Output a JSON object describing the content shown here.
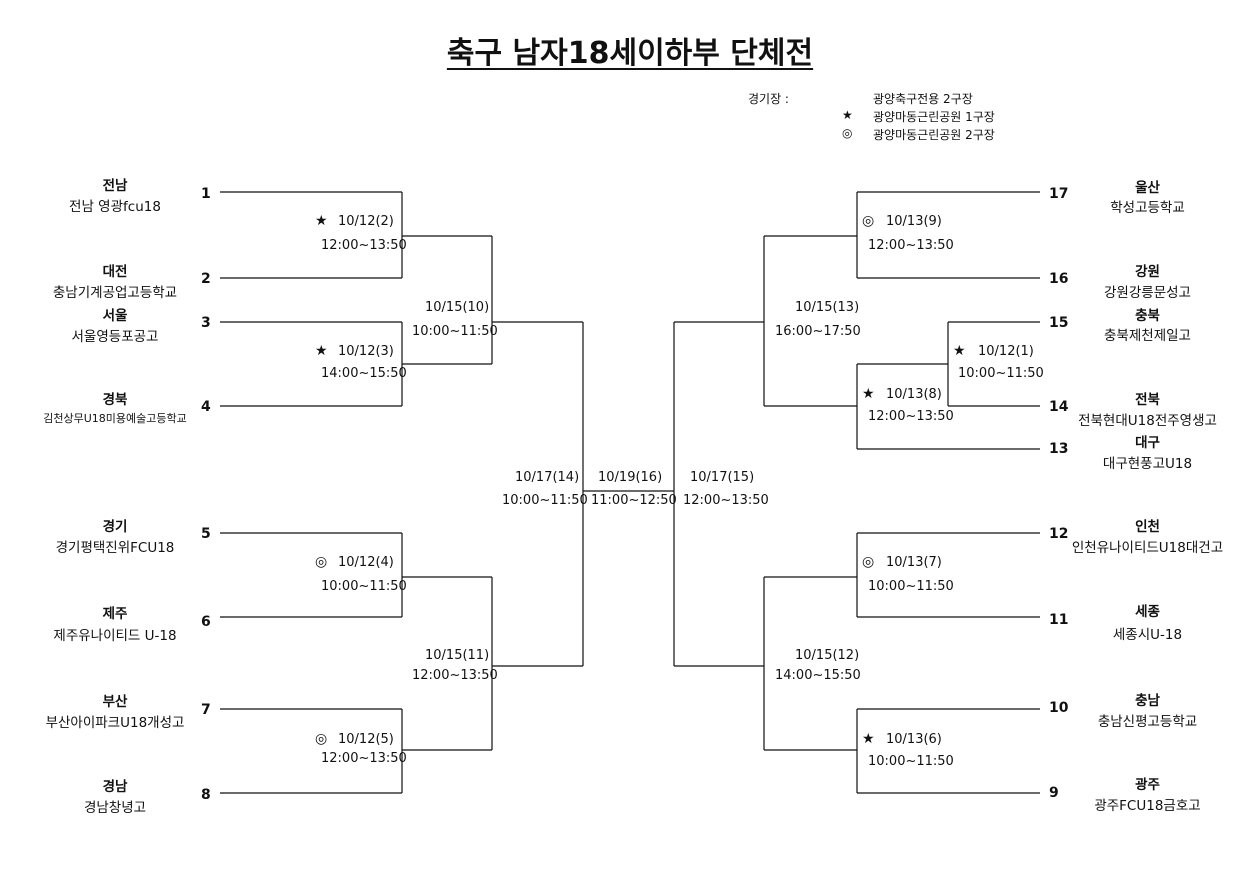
{
  "title": "축구 남자18세이하부 단체전",
  "venue": {
    "label": "경기장 :",
    "items": [
      {
        "symbol": "",
        "name": "광양축구전용 2구장"
      },
      {
        "symbol": "★",
        "name": "광양마동근린공원 1구장"
      },
      {
        "symbol": "◎",
        "name": "광양마동근린공원 2구장"
      }
    ]
  },
  "teams_left": [
    {
      "seed": "1",
      "region": "전남",
      "name": "전남 영광fcu18"
    },
    {
      "seed": "2",
      "region": "대전",
      "name": "충남기계공업고등학교"
    },
    {
      "seed": "3",
      "region": "서울",
      "name": "서울영등포공고"
    },
    {
      "seed": "4",
      "region": "경북",
      "name": "김천상무U18미용예술고등학교"
    },
    {
      "seed": "5",
      "region": "경기",
      "name": "경기평택진위FCU18"
    },
    {
      "seed": "6",
      "region": "제주",
      "name": "제주유나이티드 U-18"
    },
    {
      "seed": "7",
      "region": "부산",
      "name": "부산아이파크U18개성고"
    },
    {
      "seed": "8",
      "region": "경남",
      "name": "경남창녕고"
    }
  ],
  "teams_right": [
    {
      "seed": "17",
      "region": "울산",
      "name": "학성고등학교"
    },
    {
      "seed": "16",
      "region": "강원",
      "name": "강원강릉문성고"
    },
    {
      "seed": "15",
      "region": "충북",
      "name": "충북제천제일고"
    },
    {
      "seed": "14",
      "region": "전북",
      "name": "전북현대U18전주영생고"
    },
    {
      "seed": "13",
      "region": "대구",
      "name": "대구현풍고U18"
    },
    {
      "seed": "12",
      "region": "인천",
      "name": "인천유나이티드U18대건고"
    },
    {
      "seed": "11",
      "region": "세종",
      "name": "세종시U-18"
    },
    {
      "seed": "10",
      "region": "충남",
      "name": "충남신평고등학교"
    },
    {
      "seed": "9",
      "region": "광주",
      "name": "광주FCU18금호고"
    }
  ],
  "matches": {
    "m2": {
      "mark": "★",
      "date": "10/12(2)",
      "time": "12:00~13:50"
    },
    "m3": {
      "mark": "★",
      "date": "10/12(3)",
      "time": "14:00~15:50"
    },
    "m4": {
      "mark": "◎",
      "date": "10/12(4)",
      "time": "10:00~11:50"
    },
    "m5": {
      "mark": "◎",
      "date": "10/12(5)",
      "time": "12:00~13:50"
    },
    "m10": {
      "mark": "",
      "date": "10/15(10)",
      "time": "10:00~11:50"
    },
    "m11": {
      "mark": "",
      "date": "10/15(11)",
      "time": "12:00~13:50"
    },
    "m14": {
      "mark": "",
      "date": "10/17(14)",
      "time": "10:00~11:50"
    },
    "m16": {
      "mark": "",
      "date": "10/19(16)",
      "time": "11:00~12:50"
    },
    "m15": {
      "mark": "",
      "date": "10/17(15)",
      "time": "12:00~13:50"
    },
    "m13": {
      "mark": "",
      "date": "10/15(13)",
      "time": "16:00~17:50"
    },
    "m12": {
      "mark": "",
      "date": "10/15(12)",
      "time": "14:00~15:50"
    },
    "m9": {
      "mark": "◎",
      "date": "10/13(9)",
      "time": "12:00~13:50"
    },
    "m1": {
      "mark": "★",
      "date": "10/12(1)",
      "time": "10:00~11:50"
    },
    "m8": {
      "mark": "★",
      "date": "10/13(8)",
      "time": "12:00~13:50"
    },
    "m7": {
      "mark": "◎",
      "date": "10/13(7)",
      "time": "10:00~11:50"
    },
    "m6": {
      "mark": "★",
      "date": "10/13(6)",
      "time": "10:00~11:50"
    }
  }
}
